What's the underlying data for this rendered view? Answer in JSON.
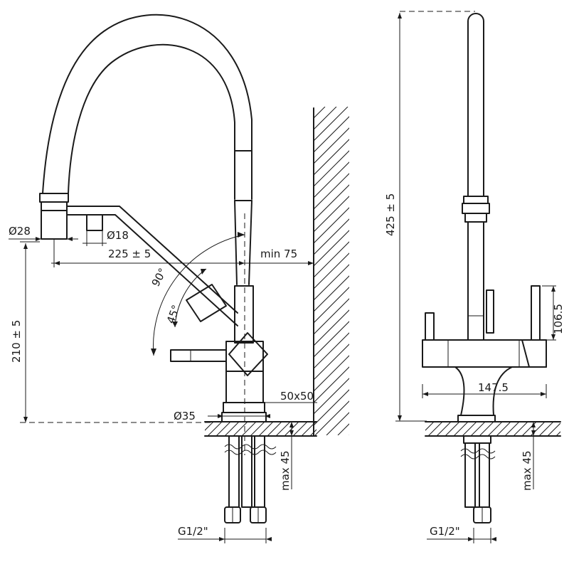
{
  "dimensions": {
    "spout_diameter": "Ø28",
    "hose_diameter": "Ø18",
    "spout_reach": "225 ± 5",
    "wall_clearance": "min 75",
    "swivel_angle_large": "90°",
    "swivel_angle_small": "45°",
    "spout_height": "210 ± 5",
    "base_diameter": "Ø35",
    "base_plate": "50x50",
    "counter_thickness_side": "max 45",
    "connector_side": "G1/2\"",
    "total_height": "425 ± 5",
    "handle_height": "106.5",
    "handle_width": "147.5",
    "counter_thickness_front": "max 45",
    "connector_front": "G1/2\""
  }
}
